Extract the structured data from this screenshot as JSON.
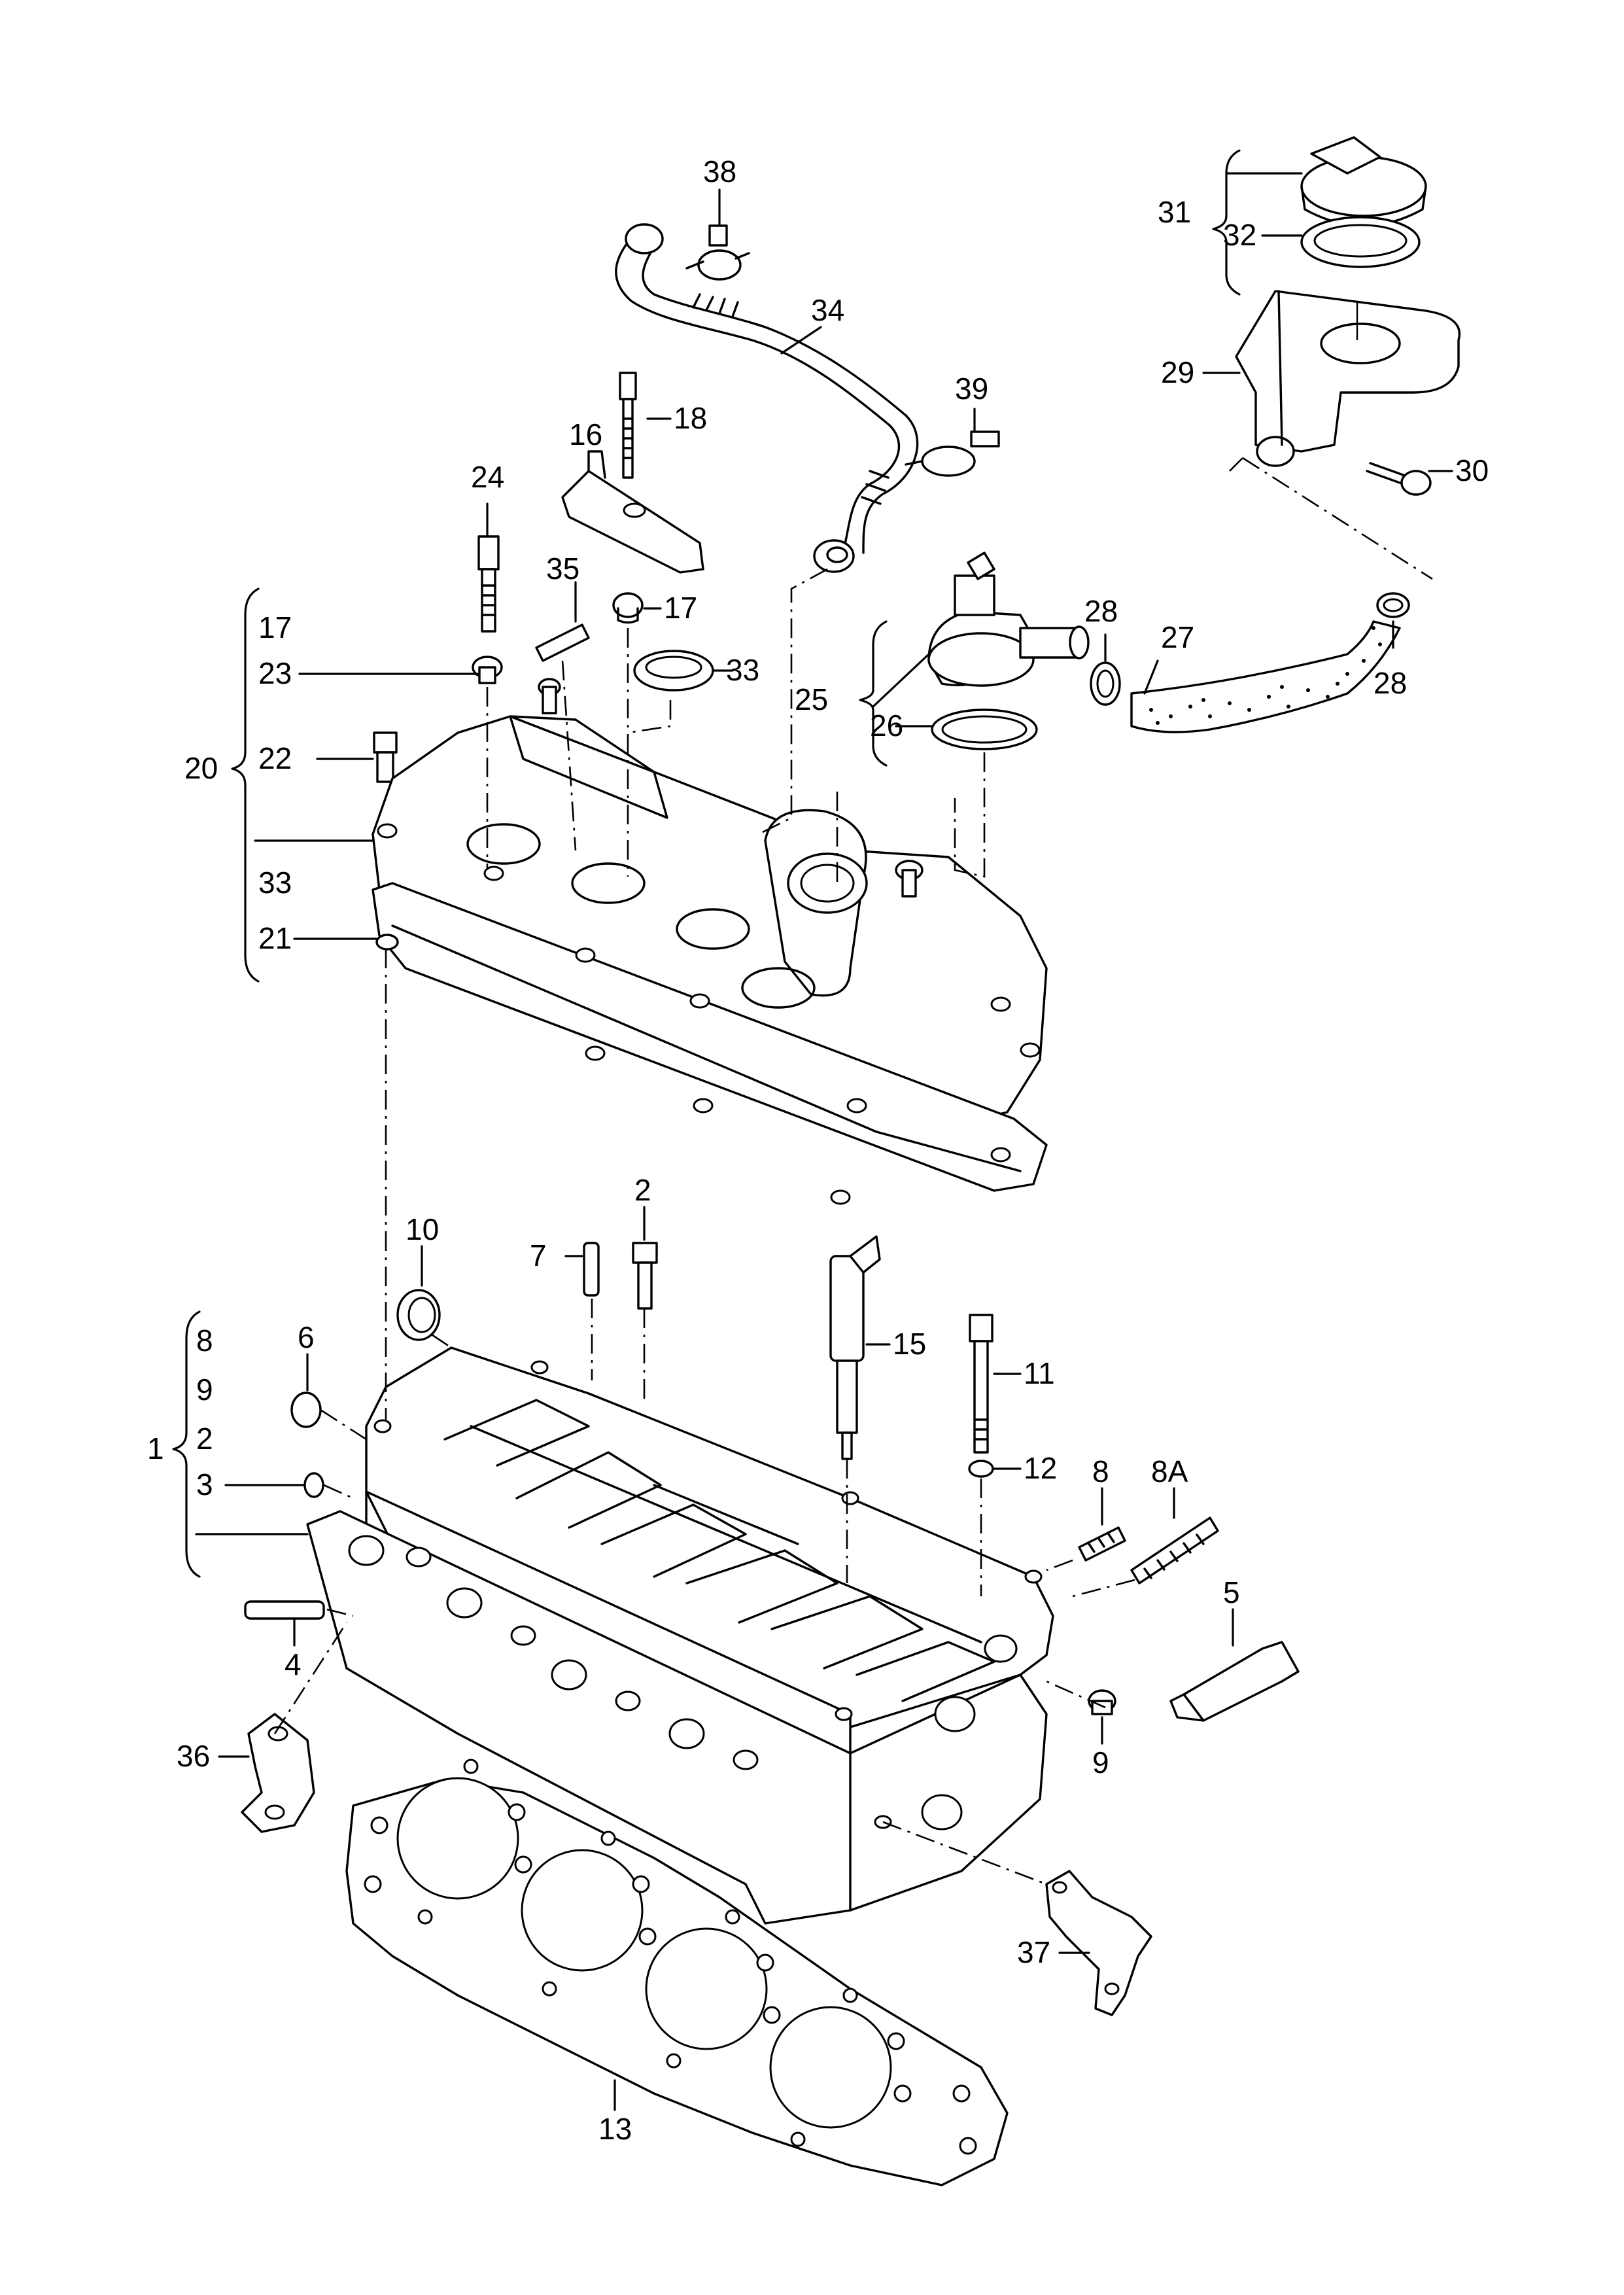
{
  "diagram": {
    "callouts": {
      "c38": "38",
      "c34": "34",
      "c39": "39",
      "c31": "31",
      "c32": "32",
      "c29": "29",
      "c30": "30",
      "c16": "16",
      "c18": "18",
      "c24": "24",
      "c35": "35",
      "c17a": "17",
      "c33a": "33",
      "c28a": "28",
      "c27": "27",
      "c28b": "28",
      "c25": "25",
      "c26": "26",
      "c20": "20",
      "c17b": "17",
      "c23": "23",
      "c22": "22",
      "c33b": "33",
      "c21": "21",
      "c10": "10",
      "c7": "7",
      "c2": "2",
      "c15": "15",
      "c11": "11",
      "c12": "12",
      "c8": "8",
      "c8a": "8A",
      "c5": "5",
      "c1": "1",
      "c6": "6",
      "g8": "8",
      "g9": "9",
      "g2": "2",
      "c3": "3",
      "c4": "4",
      "c36": "36",
      "c9": "9",
      "c37": "37",
      "c13": "13"
    }
  }
}
